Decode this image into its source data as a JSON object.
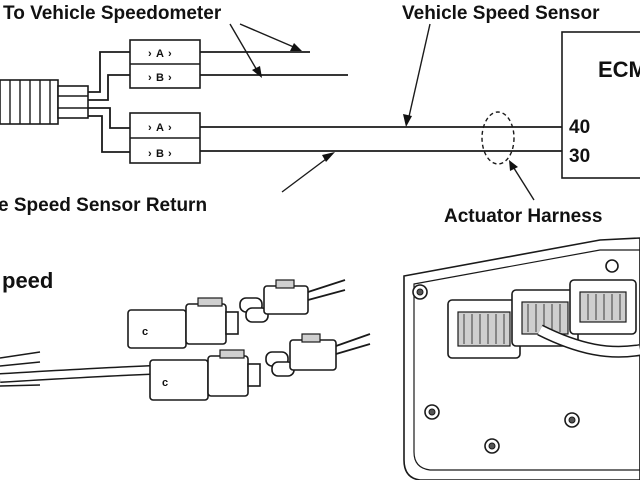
{
  "labels": {
    "to_vehicle_speedometer": "To Vehicle Speedometer",
    "vehicle_speed_sensor": "Vehicle Speed Sensor",
    "ecm": "ECM",
    "pin_40": "40",
    "pin_30": "30",
    "speed_sensor_return": "e Speed Sensor Return",
    "actuator_harness": "Actuator Harness",
    "speed": "peed"
  },
  "connector_pins": {
    "upper": [
      "A",
      "B"
    ],
    "lower": [
      "A",
      "B"
    ]
  }
}
